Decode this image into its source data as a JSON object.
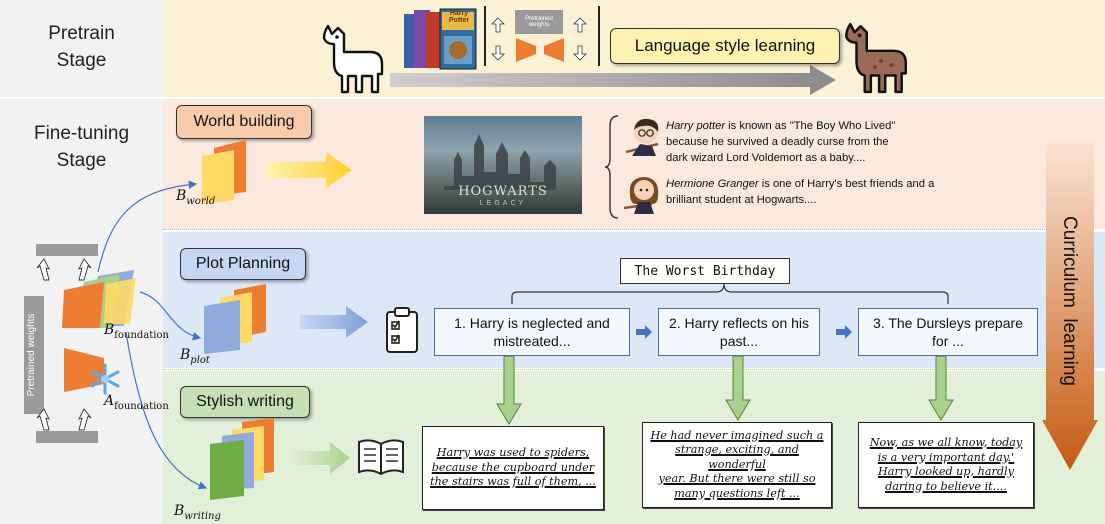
{
  "pretrain": {
    "stage_label": "Pretrain\nStage",
    "pretrained_weights_small": "Pretrained weights",
    "style_tag": "Language style learning",
    "books_title": "Harry Potter"
  },
  "finetune": {
    "stage_label": "Fine-tuning\nStage",
    "pretrained_weights_label": "Pretrained weights",
    "b_foundation": "B",
    "b_foundation_sub": "foundation",
    "a_foundation": "A",
    "a_foundation_sub": "foundation",
    "world": {
      "tag": "World building",
      "matrix": "B",
      "matrix_sub": "world",
      "image_caption_main": "HOGWARTS",
      "image_caption_sub": "LEGACY",
      "desc1_name": "Harry potter",
      "desc1_rest": " is known as \"The Boy Who Lived\"\nbecause he survived a deadly curse from the\ndark wizard Lord Voldemort as a baby....",
      "desc2_name": "Hermione Granger",
      "desc2_rest": " is one of Harry's best friends and a\nbrilliant student at Hogwarts...."
    },
    "plot": {
      "tag": "Plot Planning",
      "matrix": "B",
      "matrix_sub": "plot",
      "title": "The Worst Birthday",
      "steps": [
        "1. Harry is neglected and\nmistreated...",
        "2. Harry reflects on his\npast...",
        "3. The Dursleys prepare\nfor ..."
      ]
    },
    "writing": {
      "tag": "Stylish writing",
      "matrix": "B",
      "matrix_sub": "writing",
      "passages": [
        "Harry was used to spiders,\nbecause the cupboard under\nthe stairs was full of them, ...",
        "He had never imagined such a\nstrange, exciting, and wonderful\nyear. But there were still so\nmany questions left ...",
        "Now, as we all know, today\nis a very important day.'\nHarry looked up, hardly\ndaring to believe it...."
      ]
    },
    "curriculum_label": "Curriculum  learning"
  },
  "colors": {
    "pretrain_band": "#fbf2d6",
    "world_band": "#fbe9de",
    "plot_band": "#dde8f7",
    "writing_band": "#e3f0d9",
    "stage_col": "#f2f2f2",
    "orange": "#ed7d31",
    "yellow": "#ffd966",
    "blue": "#8faadc",
    "green": "#70ad47"
  }
}
